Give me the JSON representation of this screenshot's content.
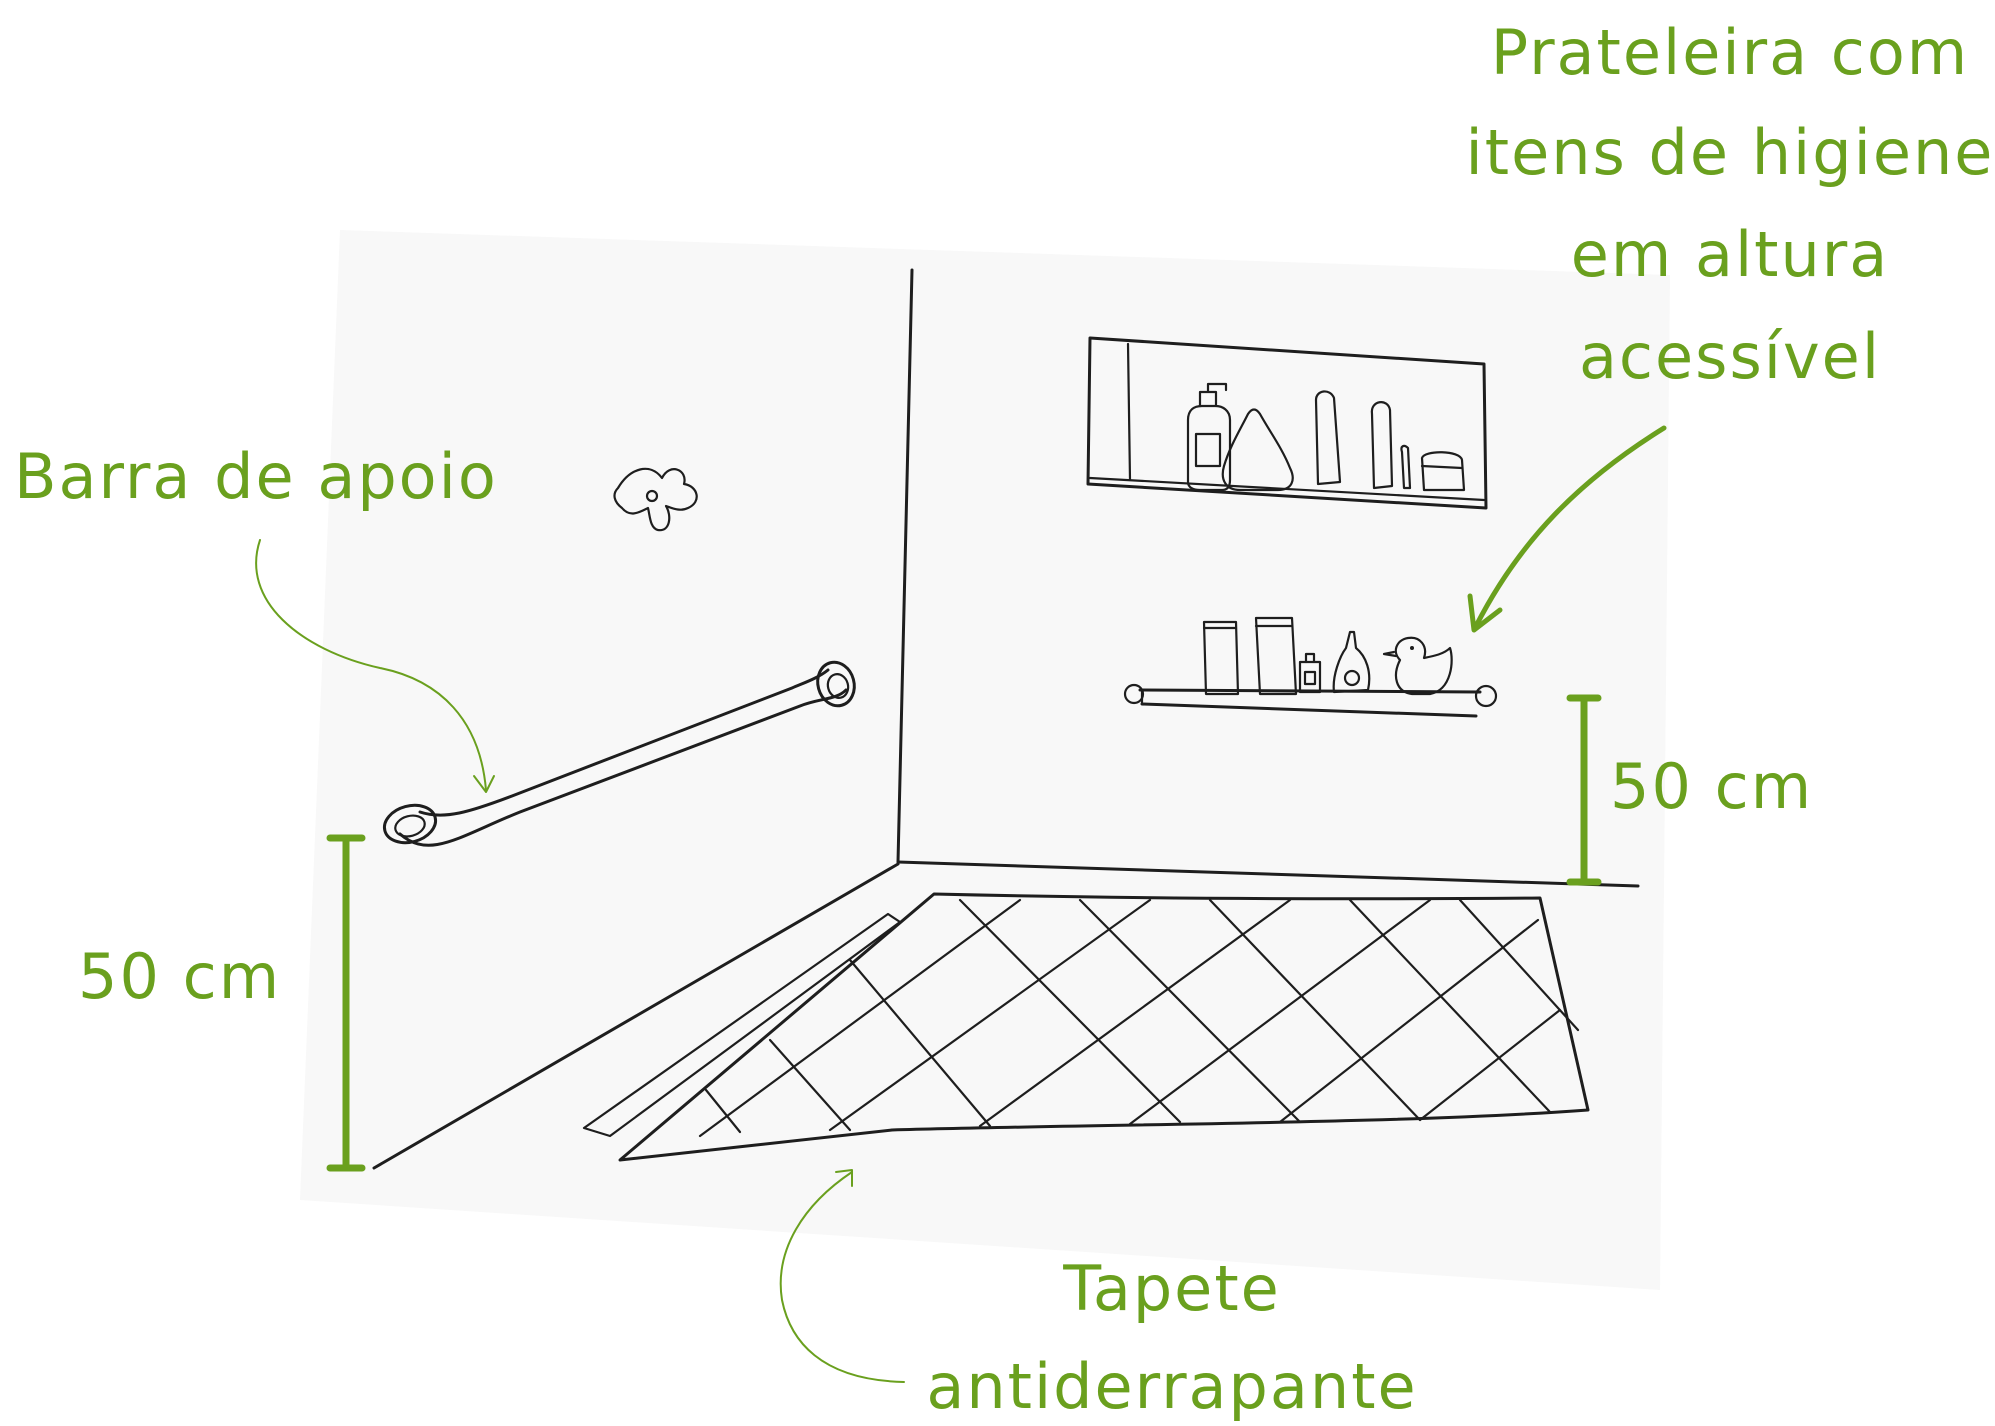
{
  "colors": {
    "annotation": "#6aa01e",
    "ink": "#1e1e1e",
    "wall": "#f8f8f8"
  },
  "labels": {
    "grab_bar": "Barra de apoio",
    "shelf_lines": [
      "Prateleira com",
      "itens de higiene",
      "em altura",
      "acessível"
    ],
    "height_left": "50 cm",
    "height_right": "50 cm",
    "mat_lines": [
      "Tapete",
      "antiderrapante"
    ]
  },
  "icons": {
    "faucet": "faucet-icon",
    "duck": "rubber-duck-icon",
    "bottles": "toiletry-bottle-icon"
  }
}
